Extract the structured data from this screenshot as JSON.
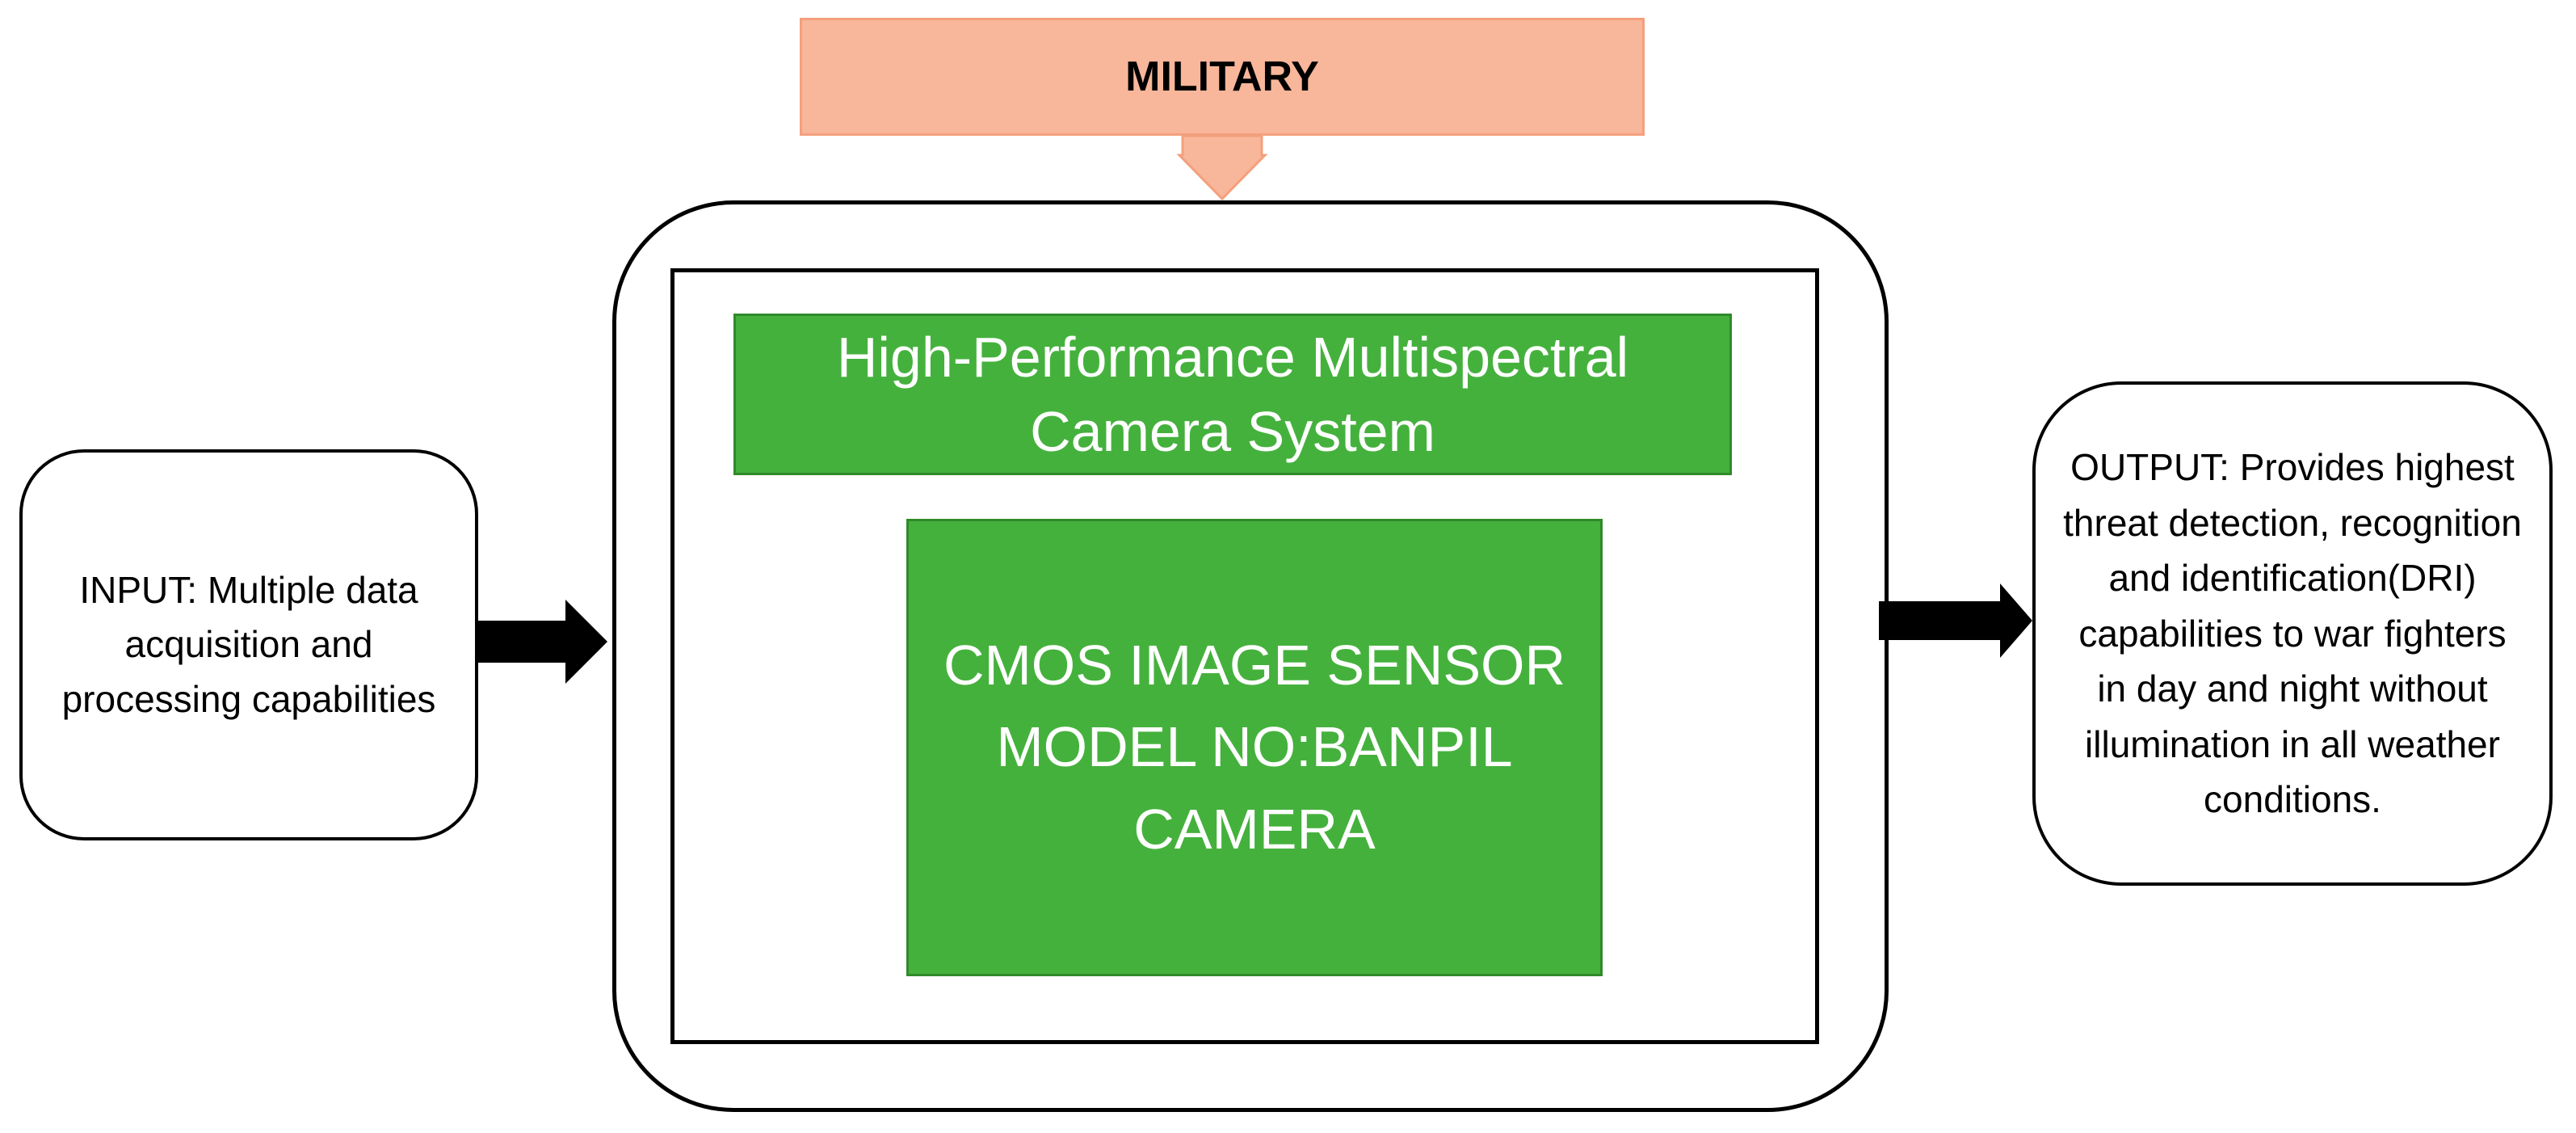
{
  "military": {
    "label": "MILITARY",
    "fill_color": "#f8b69a",
    "border_color": "#f4a07c"
  },
  "system": {
    "title": "High-Performance Multispectral Camera System",
    "sensor": "CMOS IMAGE SENSOR MODEL NO:BANPIL CAMERA",
    "fill_color": "#45b13d"
  },
  "input": {
    "text": "INPUT: Multiple data acquisition and processing capabilities"
  },
  "output": {
    "text": "OUTPUT: Provides highest threat detection, recognition and identification(DRI) capabilities to war fighters in day and night without illumination in all weather conditions."
  },
  "arrows": {
    "input_to_system": "black-block-arrow-right",
    "system_to_output": "black-block-arrow-right",
    "military_to_system": "orange-block-arrow-down"
  }
}
